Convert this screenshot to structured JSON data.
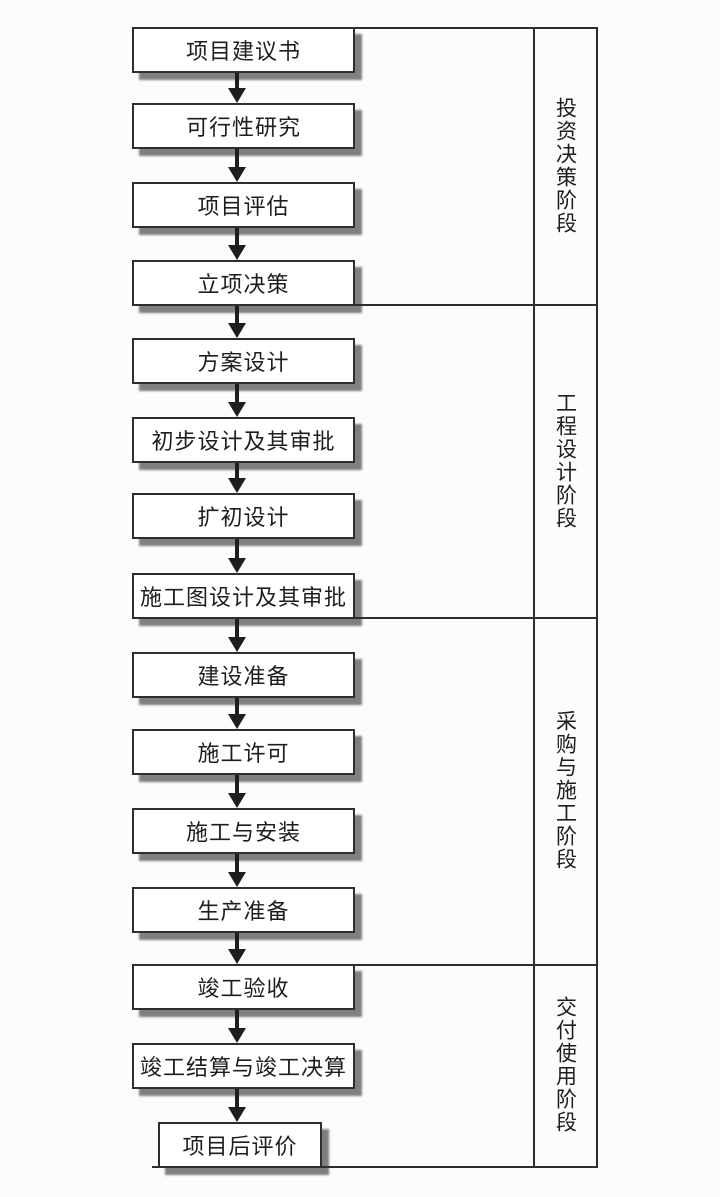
{
  "diagram": {
    "type": "flowchart",
    "direction": "top-to-bottom",
    "phases": [
      {
        "label": "投资决策阶段",
        "steps": [
          "项目建议书",
          "可行性研究",
          "项目评估",
          "立项决策"
        ]
      },
      {
        "label": "工程设计阶段",
        "steps": [
          "方案设计",
          "初步设计及其审批",
          "扩初设计",
          "施工图设计及其审批"
        ]
      },
      {
        "label": "采购与施工阶段",
        "steps": [
          "建设准备",
          "施工许可",
          "施工与安装",
          "生产准备"
        ]
      },
      {
        "label": "交付使用阶段",
        "steps": [
          "竣工验收",
          "竣工结算与竣工决算",
          "项目后评价"
        ]
      }
    ],
    "colors": {
      "background": "#fcfcfc",
      "box_fill": "#ffffff",
      "box_border": "#2e2e2e",
      "line": "#2e2e2e",
      "shadow": "#8d8d8d",
      "text": "#1e1e1e"
    }
  }
}
